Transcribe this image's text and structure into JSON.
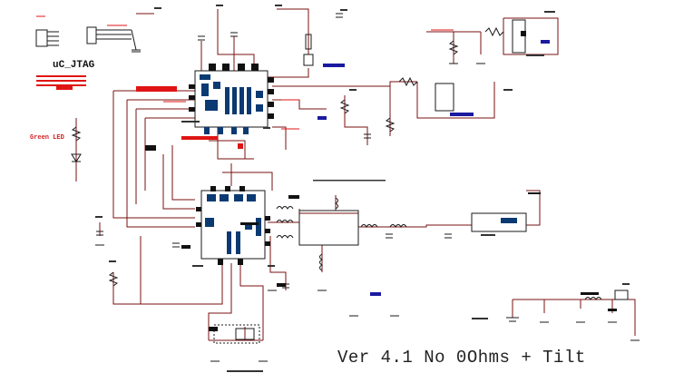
{
  "labels": {
    "jtag": "uC_JTAG",
    "led": "Green LED",
    "version": "Ver 4.1 No 0Ohms + Tilt"
  },
  "colors": {
    "wire": "#7a1212",
    "part": "#1a1a1a",
    "ic_fill": "#0b3a73",
    "net_red": "#e01414",
    "blue": "#1a1aa0"
  }
}
